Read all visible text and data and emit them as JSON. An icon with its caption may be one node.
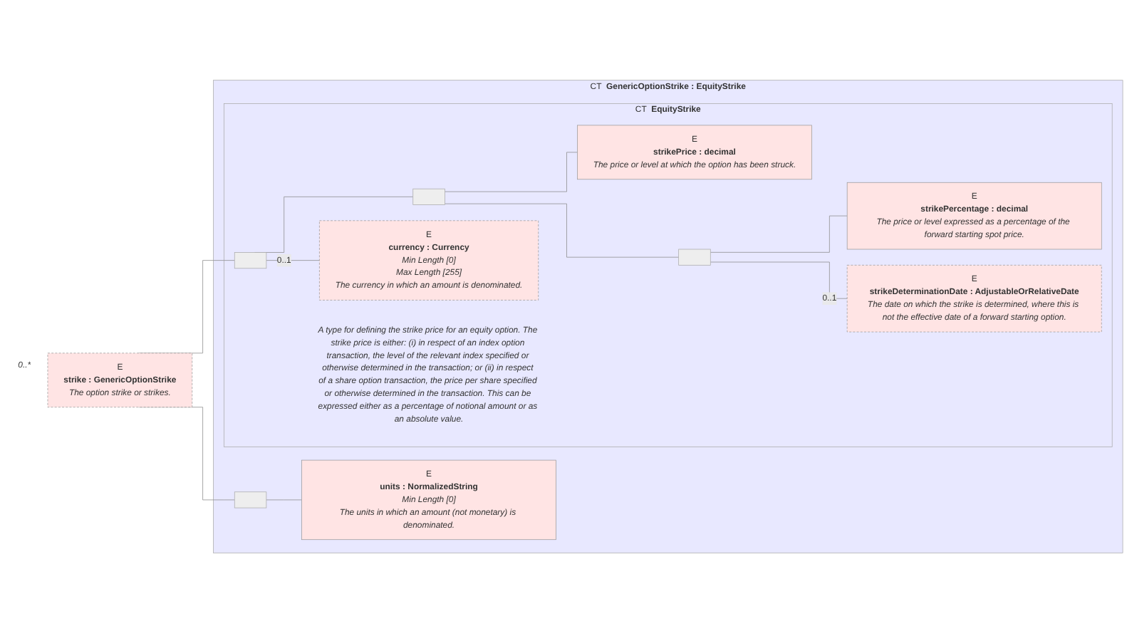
{
  "diagram": {
    "nodes": [
      {
        "text": [
          "E",
          "strike : GenericOptionStrike",
          "The option strike or strikes."
        ],
        "beside": [
          "0..*"
        ]
      },
      {
        "text": [
          "CT",
          "GenericOptionStrike : EquityStrike"
        ]
      },
      {
        "text": [
          "CT",
          "EquityStrike",
          "A type for defining the strike price for an equity option. The strike price is either: (i) in respect of an index option transaction, the level of the relevant index specified or otherwise determined in the transaction; or (ii) in respect of a share option transaction, the price per share specified or otherwise determined in the transaction. This can be expressed either as a percentage of notional amount or as an absolute value."
        ],
        "in": 1
      },
      {
        "text": [],
        "shape": "box",
        "in": 2
      },
      {
        "text": [],
        "shape": "box",
        "in": 2
      },
      {
        "text": [
          "E",
          "strikePrice : decimal",
          "The price or level at which the option has been struck."
        ],
        "in": 2
      },
      {
        "text": [],
        "shape": "box",
        "in": 2
      },
      {
        "text": [
          "E",
          "strikePercentage : decimal",
          "The price or level expressed as a percentage of the forward starting spot price."
        ],
        "in": 2
      },
      {
        "text": [
          "E",
          "strikeDeterminationDate : AdjustableOrRelativeDate",
          "The date on which the strike is determined, where this is not the effective date of a forward starting option."
        ],
        "in": 2
      },
      {
        "text": [
          "E",
          "currency : Currency",
          "Min Length [0]",
          "Max Length [255]",
          "The currency in which an amount is denominated."
        ],
        "in": 2
      },
      {
        "text": [],
        "shape": "box",
        "in": 1
      },
      {
        "text": [
          "E",
          "units : NormalizedString",
          "Min Length [0]",
          "The units in which an amount (not monetary) is denominated."
        ],
        "in": 1
      }
    ],
    "edges": [
      {
        "from": 0,
        "to": 3,
        "arrow": "none"
      },
      {
        "from": 0,
        "to": 10,
        "arrow": "none"
      },
      {
        "from": 3,
        "to": 4,
        "arrow": "none"
      },
      {
        "from": 3,
        "to": 9,
        "arrow": "none",
        "label": "0..1"
      },
      {
        "from": 4,
        "to": 5,
        "arrow": "none"
      },
      {
        "from": 4,
        "to": 6,
        "arrow": "none"
      },
      {
        "from": 6,
        "to": 7,
        "arrow": "none"
      },
      {
        "from": 6,
        "to": 8,
        "arrow": "none",
        "label": "0..1"
      },
      {
        "from": 10,
        "to": 11,
        "arrow": "none"
      }
    ]
  }
}
